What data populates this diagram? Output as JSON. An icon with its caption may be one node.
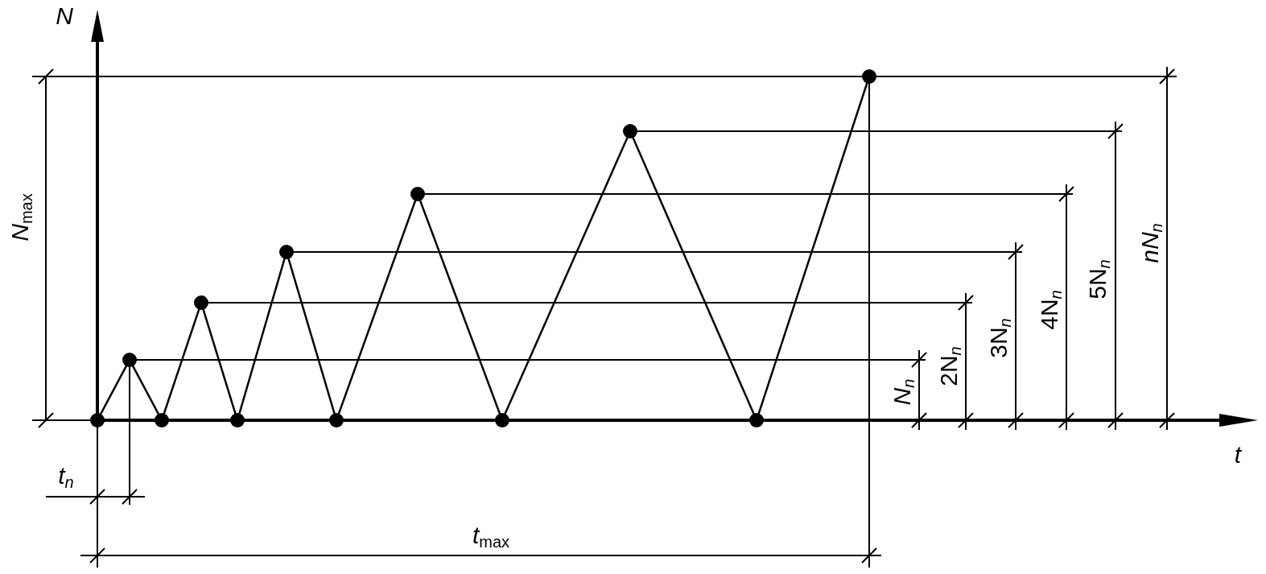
{
  "diagram": {
    "labels": [
      "*N*",
      "*N*$_{max}$",
      "*N*$_{n}$",
      "2N$_{n}$",
      "3N$_{n}$",
      "4N$_{n}$",
      "5N$_{n}$",
      "*nN*$_{n}$",
      "*t*",
      "*t*$_{n}$",
      "*t*$_{max}$"
    ]
  }
}
